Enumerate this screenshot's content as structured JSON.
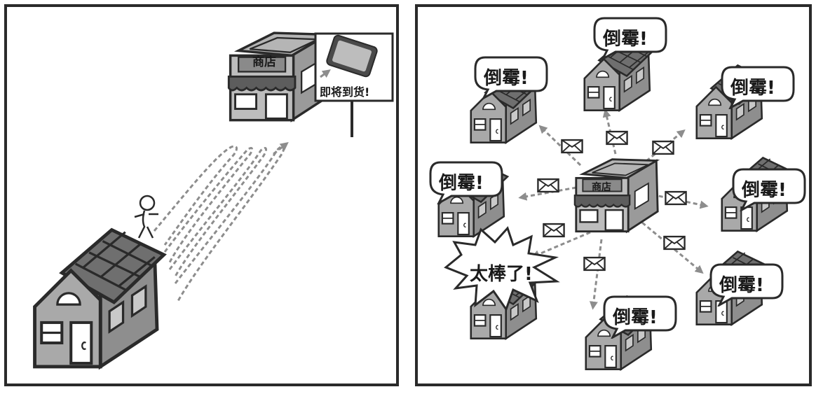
{
  "left_panel": {
    "shop_sign": "商店",
    "billboard_text": "即将到货!"
  },
  "right_panel": {
    "shop_sign": "商店",
    "bubble_unlucky": "倒霉!",
    "bubble_great": "太棒了!"
  },
  "icons": [
    "house-icon",
    "shop-icon",
    "person-icon",
    "phone-icon",
    "envelope-icon",
    "arrow-icon"
  ]
}
